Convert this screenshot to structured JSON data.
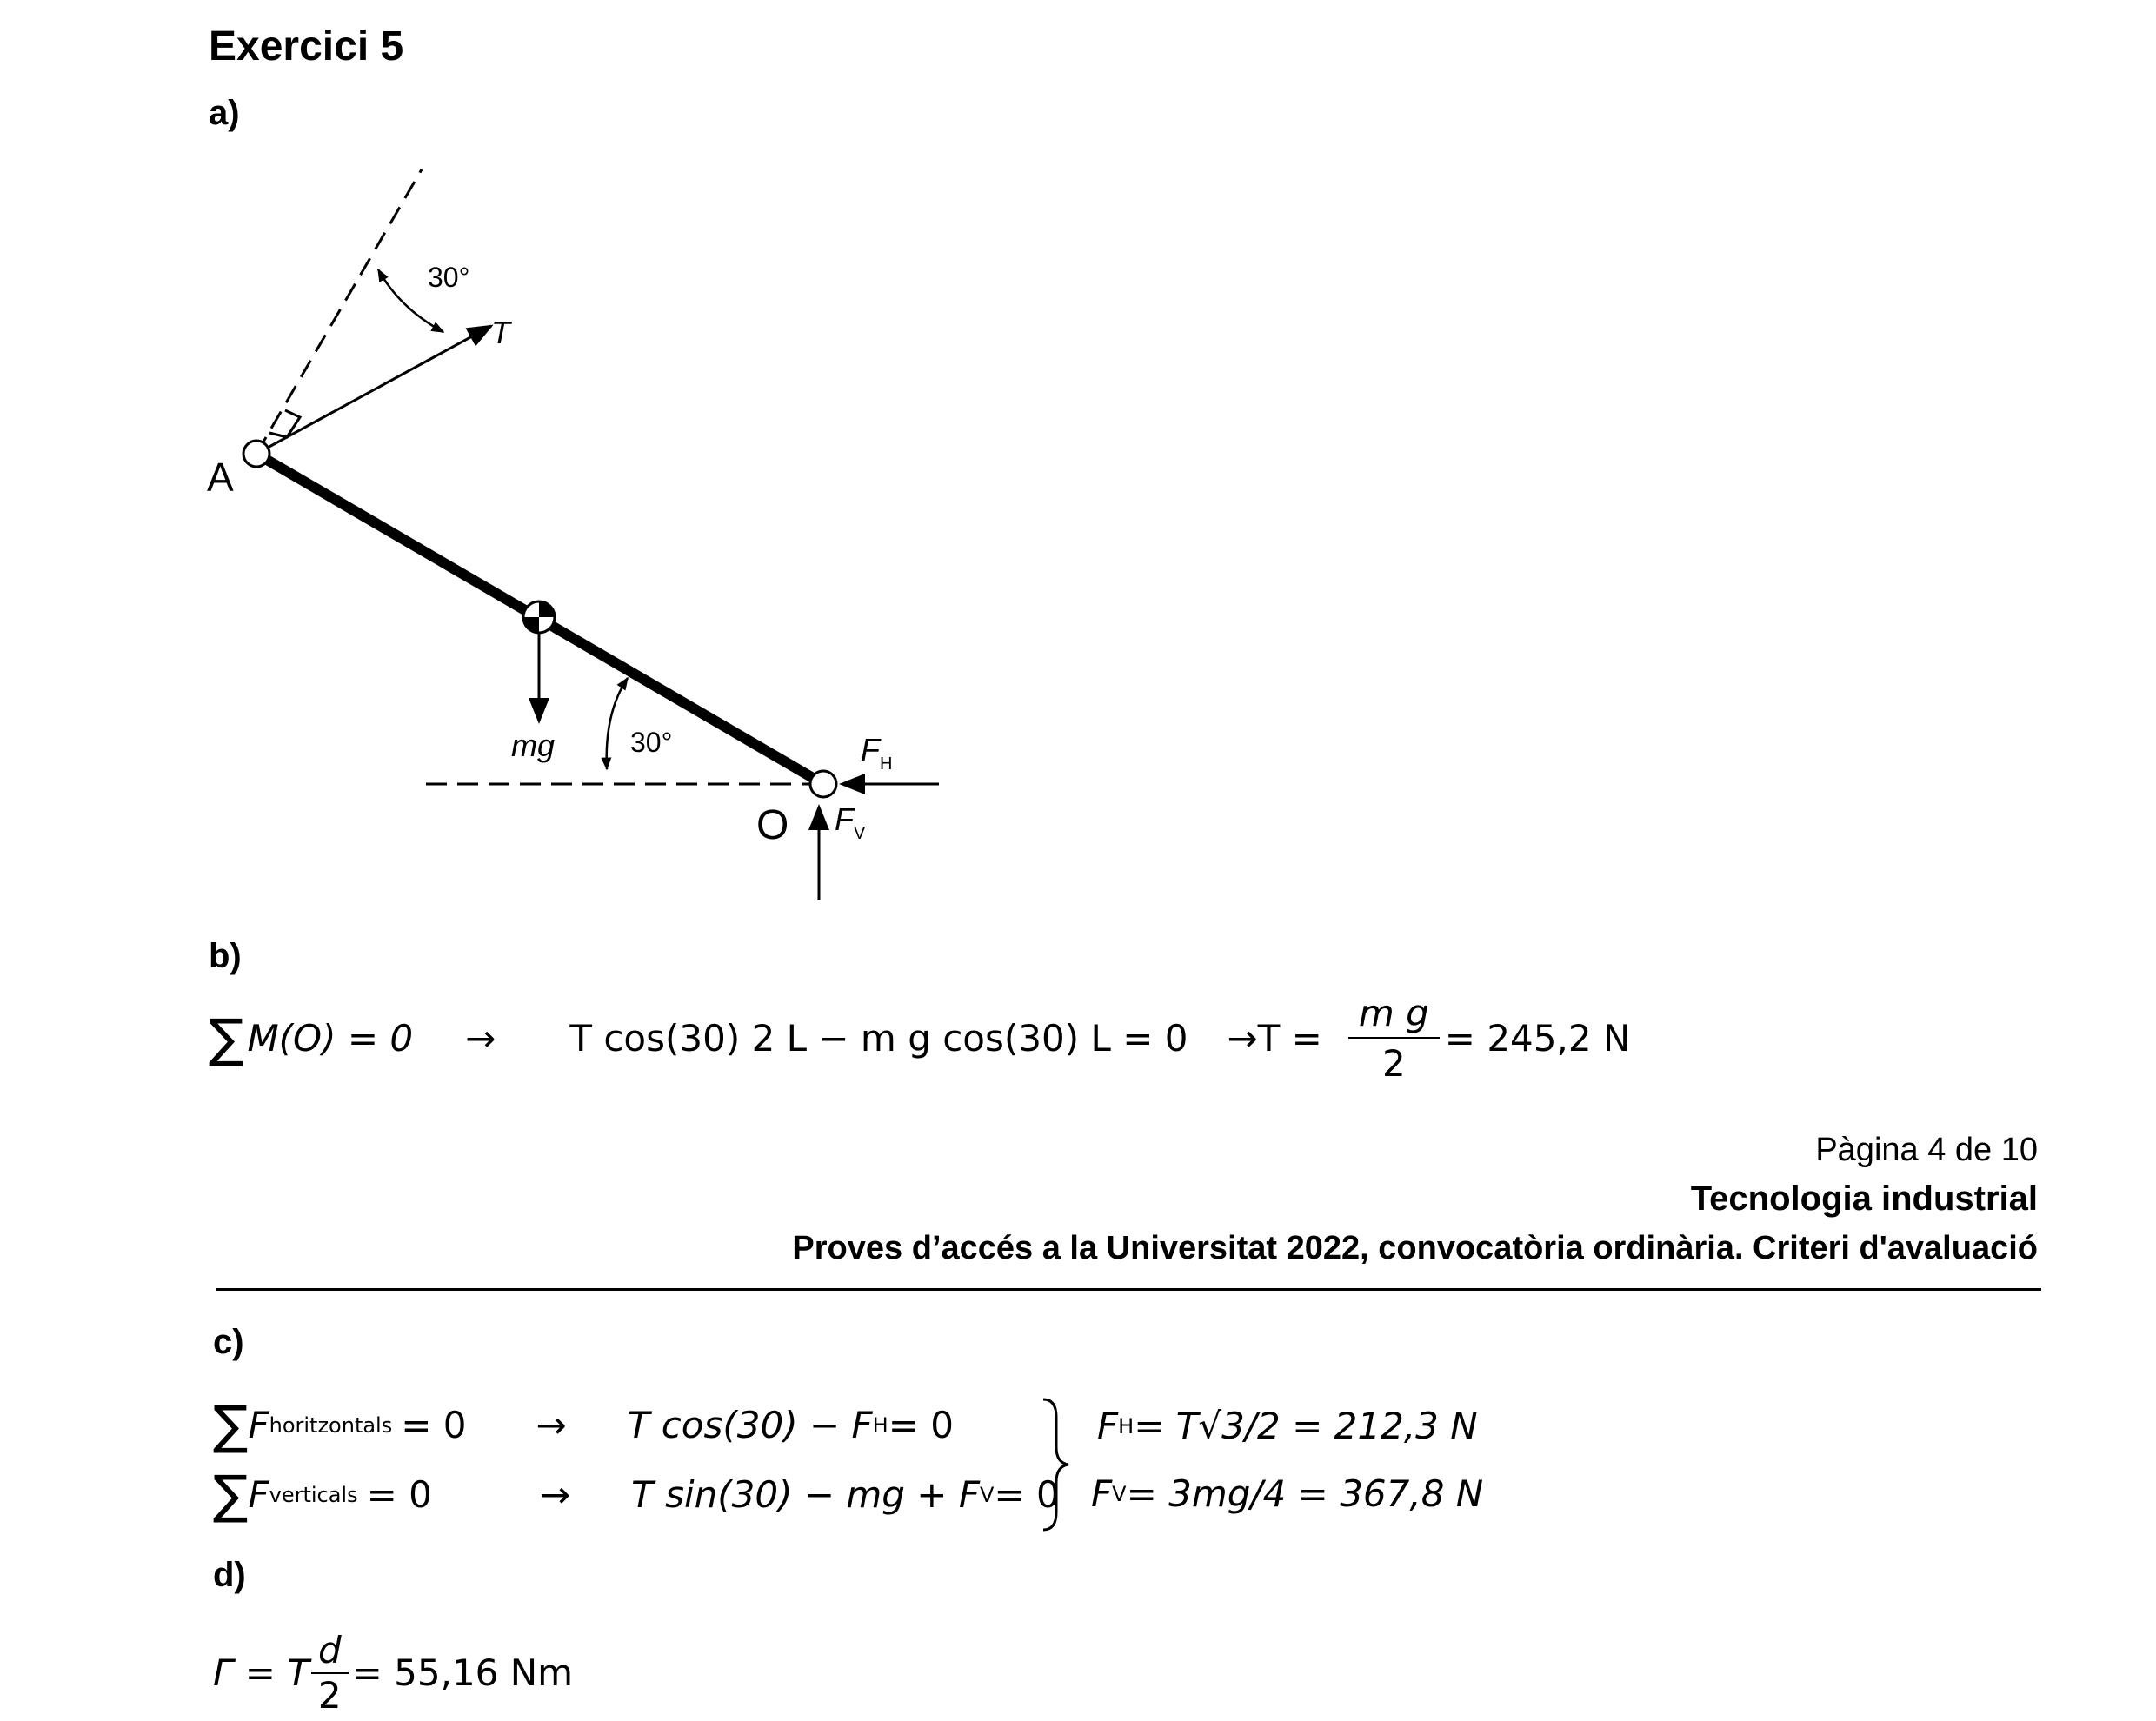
{
  "exercise_title": "Exercici 5",
  "sections": {
    "a": "a)",
    "b": "b)",
    "c": "c)",
    "d": "d)"
  },
  "diagram": {
    "labels": {
      "A": "A",
      "O": "O",
      "T": "T",
      "mg": "mg",
      "angle_top": "30°",
      "angle_bottom": "30°",
      "FH": "F",
      "FH_sub": "H",
      "FV": "F",
      "FV_sub": "V"
    }
  },
  "eq_b": {
    "sum": "∑",
    "lhs": "M(O) = 0",
    "arrow1": "→",
    "mid": "T cos(30) 2 L − m g cos(30) L = 0",
    "arrow2": "→T =",
    "num": "m g",
    "den": "2",
    "result": "= 245,2 N"
  },
  "header": {
    "page": "Pàgina 4 de 10",
    "subject": "Tecnologia industrial",
    "exam": "Proves d’accés a la Universitat 2022, convocatòria ordinària. Criteri d'avaluació"
  },
  "eq_c": {
    "sum": "∑",
    "row1": {
      "F": "F",
      "sub": "horitzontals",
      "eq": "= 0",
      "arrow": "→",
      "expr_a": "T cos(30) − F",
      "expr_sub": "H",
      "expr_b": " = 0",
      "res_F": "F",
      "res_sub": "H",
      "res_val": " = T√3/2 = 212,3 N"
    },
    "row2": {
      "F": "F",
      "sub": "verticals",
      "eq": "= 0",
      "arrow": "→",
      "expr_a": "T sin(30) − mg + F",
      "expr_sub": "V",
      "expr_b": " = 0",
      "res_F": "F",
      "res_sub": "V",
      "res_val": " = 3mg/4 = 367,8 N"
    }
  },
  "eq_d": {
    "lhs": "Γ = T",
    "num": "d",
    "den": "2",
    "result": "= 55,16 Nm"
  }
}
